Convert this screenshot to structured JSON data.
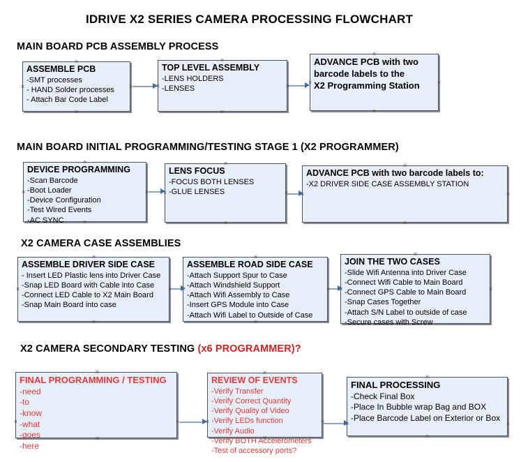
{
  "document": {
    "title": "IDRIVE X2  SERIES CAMERA PROCESSING FLOWCHART"
  },
  "colors": {
    "node_fill": "#e8eef7",
    "node_border": "#4a5260",
    "connector": "#8aa4c0",
    "arrowhead": "#3f6aa8",
    "accent_red": "#cc2222",
    "node_red_text": "#e03a3a"
  },
  "sections": [
    {
      "id": "section-1",
      "heading": "MAIN BOARD PCB ASSEMBLY PROCESS",
      "heading_accent": "",
      "nodes": [
        {
          "id": "assemble-pcb",
          "header": "ASSEMBLE PCB",
          "lines": [
            "-SMT processes",
            "- HAND Solder processes",
            "- Attach Bar Code Label"
          ]
        },
        {
          "id": "top-level-assembly",
          "header": "TOP LEVEL ASSEMBLY",
          "lines": [
            "-LENS HOLDERS",
            "-LENSES"
          ]
        },
        {
          "id": "advance-pcb-programming-station",
          "header": "ADVANCE PCB with two",
          "lines": [
            "barcode labels to the",
            " X2 Programming Station"
          ]
        }
      ]
    },
    {
      "id": "section-2",
      "heading": "MAIN BOARD INITIAL PROGRAMMING/TESTING STAGE 1 (X2 PROGRAMMER)",
      "heading_accent": "",
      "nodes": [
        {
          "id": "device-programming",
          "header": "DEVICE PROGRAMMING",
          "lines": [
            "-Scan Barcode",
            "-Boot Loader",
            "-Device Configuration",
            "-Test Wired Events",
            "-AC SYNC"
          ]
        },
        {
          "id": "lens-focus",
          "header": "LENS FOCUS",
          "lines": [
            "-FOCUS BOTH LENSES",
            "-GLUE LENSES"
          ]
        },
        {
          "id": "advance-pcb-driver-side-case",
          "header": "ADVANCE PCB with two barcode labels to:",
          "lines": [
            "-X2 DRIVER  SIDE  CASE  ASSEMBLY STATION"
          ]
        }
      ]
    },
    {
      "id": "section-3",
      "heading": "X2 CAMERA CASE ASSEMBLIES",
      "heading_accent": "",
      "nodes": [
        {
          "id": "assemble-driver-side-case",
          "header": "ASSEMBLE DRIVER SIDE CASE",
          "lines": [
            "- Insert LED Plastic lens into Driver Case",
            "-Snap LED Board with Cable into Case",
            "-Connect LED Cable to X2 Main Board",
            "-Snap Main Board into case"
          ]
        },
        {
          "id": "assemble-road-side-case",
          "header": "ASSEMBLE ROAD SIDE CASE",
          "lines": [
            "-Attach Support Spur to Case",
            "-Attach Windshield Support",
            "-Attach Wifi Assembly to Case",
            "-Insert GPS Module into Case",
            "-Attach Wifi Label to Outside of Case"
          ]
        },
        {
          "id": "join-the-two-cases",
          "header": "JOIN THE TWO CASES",
          "lines": [
            "-Slide Wifi Antenna into Driver Case",
            "-Connect Wifi Cable to Main Board",
            "-Connect GPS Cable to Main Board",
            "-Snap Cases Together",
            "-Attach S/N Label to outside of case",
            "-Secure cases with Screw"
          ]
        }
      ]
    },
    {
      "id": "section-4",
      "heading": "X2 CAMERA SECONDARY TESTING ",
      "heading_accent": "(x6 PROGRAMMER)?",
      "nodes": [
        {
          "id": "final-programming-testing",
          "header": "FINAL PROGRAMMING / TESTING",
          "lines": [
            "-need",
            "-to",
            "-know",
            "-what",
            "-goes",
            "-here"
          ]
        },
        {
          "id": "review-of-events",
          "header": "REVIEW OF EVENTS",
          "lines": [
            "-Verify Transfer",
            "-Verify Correct Quantity",
            "-Verify Quality of Video",
            "-Verify LEDs function",
            "-Verify Audio",
            "-Verify BOTH Accelerometers",
            "-Test of accessory ports?"
          ]
        },
        {
          "id": "final-processing",
          "header": "FINAL PROCESSING",
          "lines": [
            " -Check Final Box",
            "-Place In Bubble wrap Bag and BOX",
            "-Place Barcode Label on Exterior or Box"
          ]
        }
      ]
    }
  ]
}
